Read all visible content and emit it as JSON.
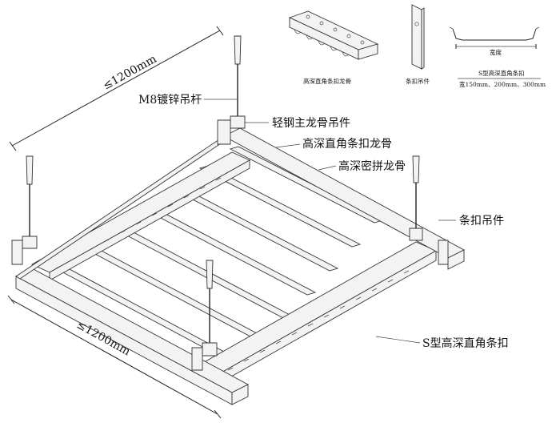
{
  "labels": {
    "rod": "M8镀锌吊杆",
    "main_hanger": "轻钢主龙骨吊件",
    "clip_keel": "高深直角条扣龙骨",
    "dense_keel": "高深密拼龙骨",
    "clip_hanger": "条扣吊件",
    "s_profile": "S型高深直角条扣"
  },
  "dimensions": {
    "top_span": "≤1200mm",
    "bottom_span": "≤1200mm"
  },
  "details": {
    "keel_caption": "高深直角条扣龙骨",
    "hanger_caption": "条扣吊件",
    "profile_width": "宽度",
    "profile_caption": "S型高深直角条扣",
    "profile_sizes": "宽150mm、200mm、300mm"
  }
}
